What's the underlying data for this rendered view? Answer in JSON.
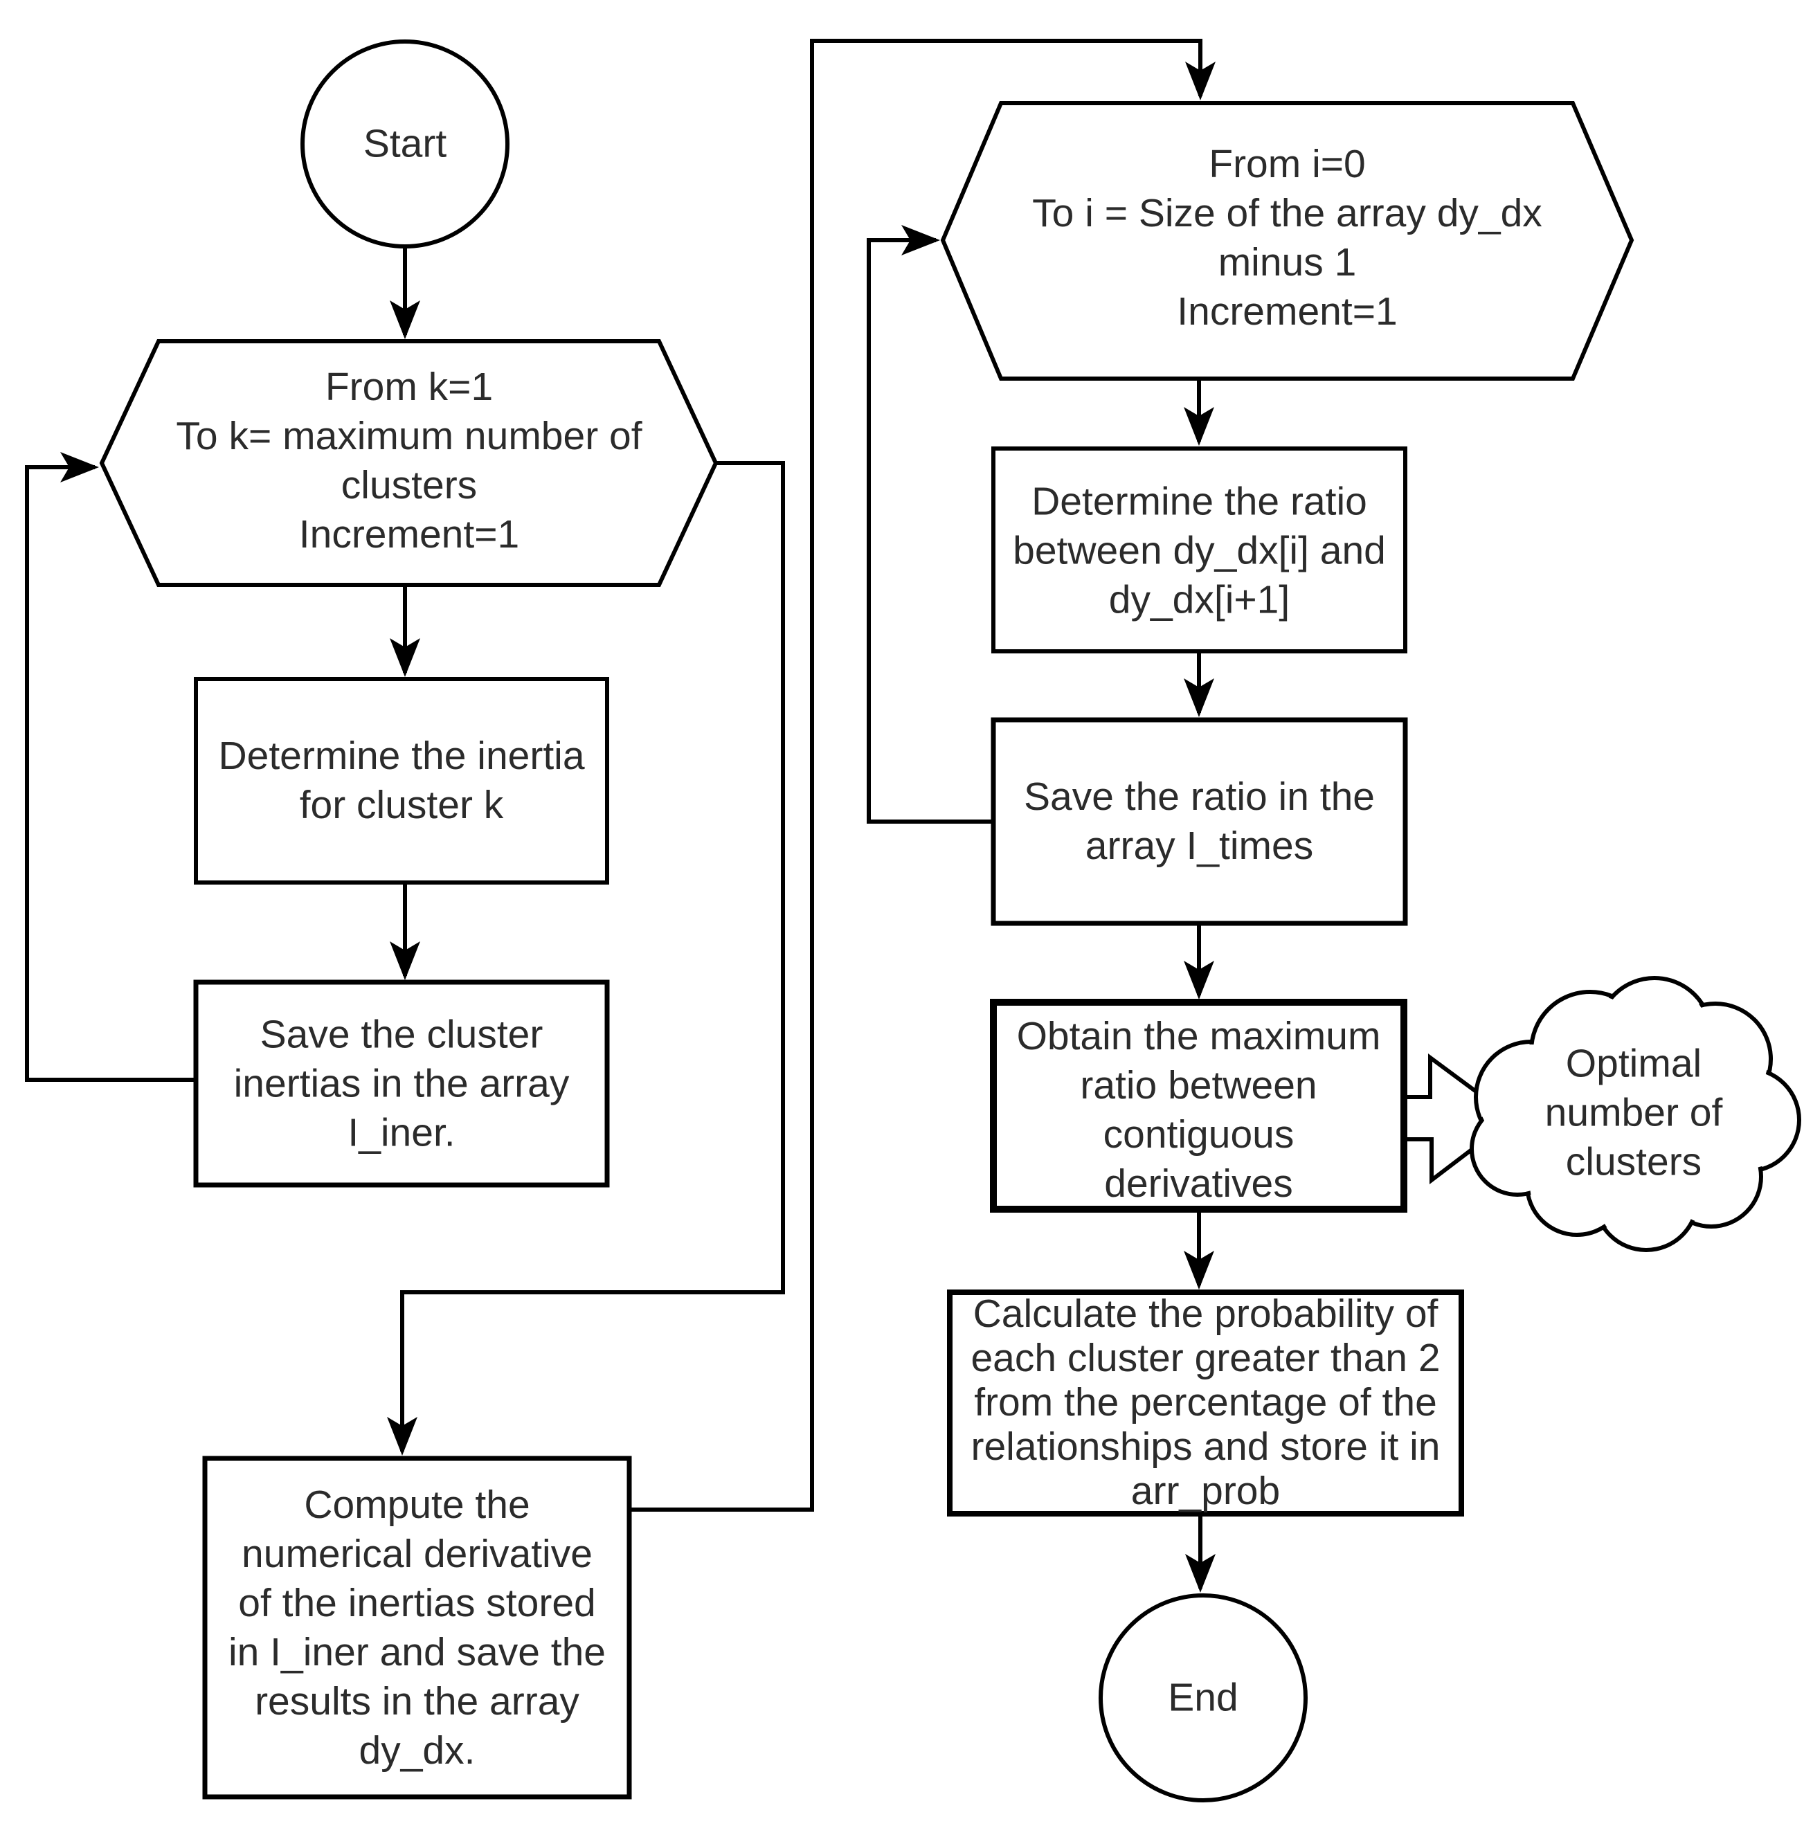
{
  "diagram": {
    "background_color": "#ffffff",
    "line_color": "#000000",
    "text_color": "#2b2b2b",
    "nodes": {
      "start": {
        "type": "terminator-circle",
        "label": "Start"
      },
      "loop_k": {
        "type": "loop-hexagon",
        "label": "From k=1\nTo k= maximum number of\nclusters\nIncrement=1"
      },
      "determine_inertia": {
        "type": "process",
        "label": "Determine the inertia\nfor cluster k"
      },
      "save_inertias": {
        "type": "process",
        "label": "Save the cluster\ninertias in the array\nI_iner."
      },
      "compute_derivative": {
        "type": "process",
        "label": "Compute the\nnumerical derivative\nof the inertias stored\nin I_iner and save the\nresults in the array\ndy_dx."
      },
      "loop_i": {
        "type": "loop-hexagon",
        "label": "From i=0\nTo i =  Size of the array dy_dx\nminus 1\nIncrement=1"
      },
      "determine_ratio": {
        "type": "process",
        "label": "Determine the ratio\nbetween dy_dx[i] and\ndy_dx[i+1]"
      },
      "save_ratio": {
        "type": "process",
        "label": "Save the ratio in the\narray I_times"
      },
      "obtain_max_ratio": {
        "type": "process",
        "label": "Obtain the maximum\nratio between\ncontiguous\nderivatives"
      },
      "optimal_clusters": {
        "type": "cloud-output",
        "label": "Optimal\nnumber of\nclusters"
      },
      "calc_probability": {
        "type": "process",
        "label": "Calculate the probability of\neach cluster greater than 2\nfrom the percentage of the\nrelationships and store it in\narr_prob"
      },
      "end": {
        "type": "terminator-circle",
        "label": "End"
      }
    }
  }
}
